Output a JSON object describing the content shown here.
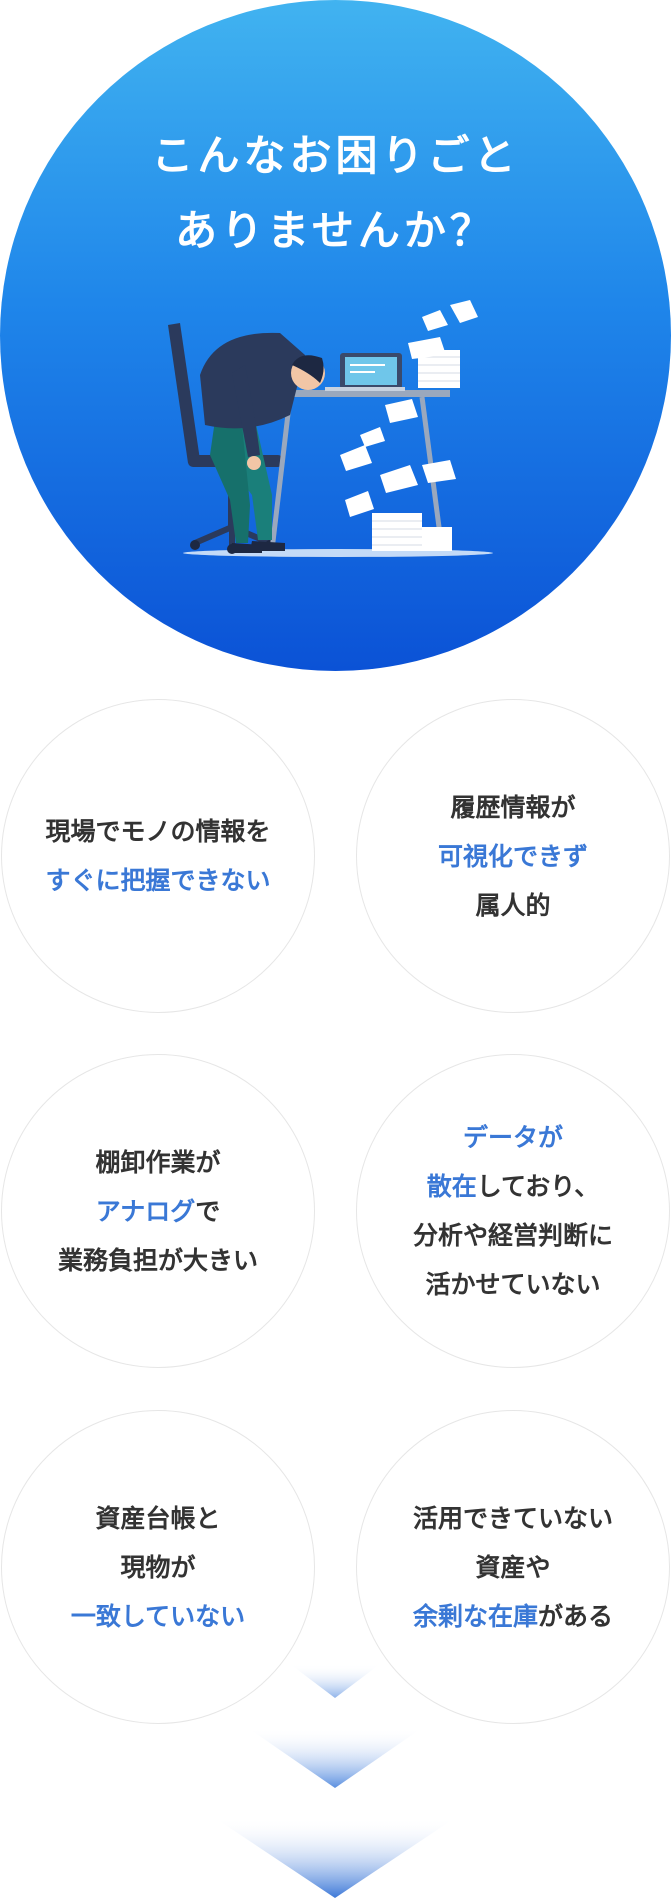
{
  "hero": {
    "title_line1": "こんなお困りごと",
    "title_line2": "ありませんか？",
    "illustration_icon": "exhausted-worker-at-desk-icon"
  },
  "colors": {
    "hero_top": "#41b3f0",
    "hero_bottom": "#0b52d6",
    "highlight": "#3a78d6",
    "text": "#333333"
  },
  "problems": [
    {
      "lines": [
        [
          {
            "t": "現場でモノの情報を",
            "hl": false
          }
        ],
        [
          {
            "t": "すぐに把握できない",
            "hl": true
          }
        ]
      ]
    },
    {
      "lines": [
        [
          {
            "t": "履歴情報が",
            "hl": false
          }
        ],
        [
          {
            "t": "可視化できず",
            "hl": true
          }
        ],
        [
          {
            "t": "属人的",
            "hl": false
          }
        ]
      ]
    },
    {
      "lines": [
        [
          {
            "t": "棚卸作業が",
            "hl": false
          }
        ],
        [
          {
            "t": "アナログ",
            "hl": true
          },
          {
            "t": "で",
            "hl": false
          }
        ],
        [
          {
            "t": "業務負担が大きい",
            "hl": false
          }
        ]
      ]
    },
    {
      "lines": [
        [
          {
            "t": "データが",
            "hl": true
          }
        ],
        [
          {
            "t": "散在",
            "hl": true
          },
          {
            "t": "しており、",
            "hl": false
          }
        ],
        [
          {
            "t": "分析や経営判断に",
            "hl": false
          }
        ],
        [
          {
            "t": "活かせていない",
            "hl": false
          }
        ]
      ]
    },
    {
      "lines": [
        [
          {
            "t": "資産台帳と",
            "hl": false
          }
        ],
        [
          {
            "t": "現物が",
            "hl": false
          }
        ],
        [
          {
            "t": "一致していない",
            "hl": true
          }
        ]
      ]
    },
    {
      "lines": [
        [
          {
            "t": "活用できていない",
            "hl": false
          }
        ],
        [
          {
            "t": "資産や",
            "hl": false
          }
        ],
        [
          {
            "t": "余剰な在庫",
            "hl": true
          },
          {
            "t": "がある",
            "hl": false
          }
        ]
      ]
    }
  ],
  "decor": {
    "arrow_icon": "chevron-down-icon"
  }
}
